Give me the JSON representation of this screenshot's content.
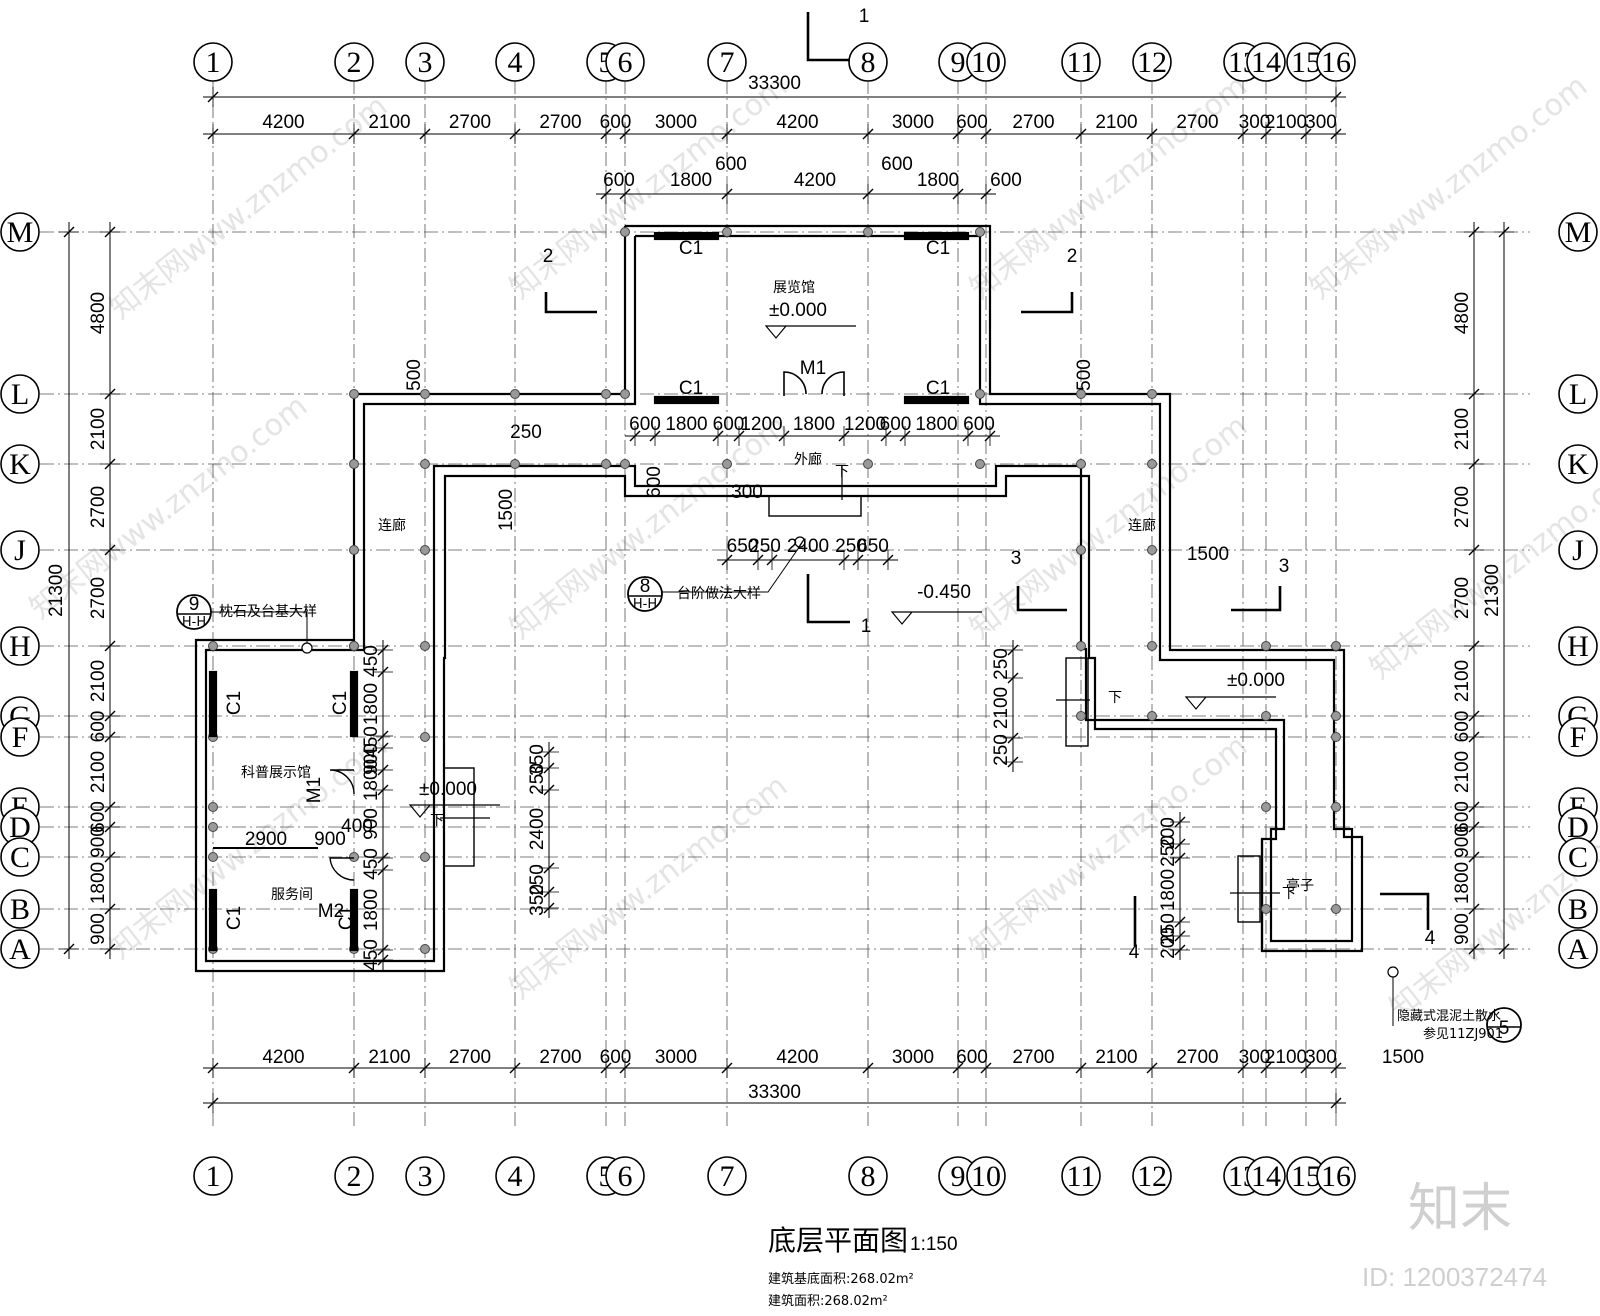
{
  "axes": {
    "cols": [
      "1",
      "2",
      "3",
      "4",
      "5",
      "6",
      "7",
      "8",
      "9",
      "10",
      "11",
      "12",
      "13",
      "14",
      "15",
      "16"
    ],
    "rows": [
      "M",
      "L",
      "K",
      "J",
      "H",
      "G",
      "F",
      "E",
      "D",
      "C",
      "B",
      "A"
    ]
  },
  "dims": {
    "overall_h": "33300",
    "top_spans": [
      "4200",
      "2100",
      "2700",
      "2700",
      "600",
      "3000",
      "4200",
      "3000",
      "600",
      "2700",
      "2100",
      "2700",
      "300",
      "2100",
      "300"
    ],
    "overall_v": "21300",
    "left_spans": [
      "4800",
      "2100",
      "2700",
      "2700",
      "2100",
      "600",
      "2100",
      "600",
      "900",
      "1800",
      "900"
    ],
    "right_spans": [
      "4800",
      "2100",
      "2700",
      "2700",
      "2100",
      "600",
      "2100",
      "600",
      "900",
      "1800",
      "900"
    ],
    "hall_top": [
      "600",
      "1800",
      "600",
      "4200",
      "600",
      "1800",
      "600"
    ],
    "hall_bottom": [
      "600",
      "1800",
      "600",
      "1200",
      "1800",
      "1200",
      "600",
      "1800",
      "600"
    ],
    "step_row": [
      "650",
      "250",
      "2400",
      "250",
      "650"
    ],
    "extra": {
      "d500": "500",
      "d250": "250",
      "d1500": "1500",
      "d300": "300",
      "d600": "600",
      "d1500b": "1500",
      "d1500c": "1500"
    },
    "left_bldg": {
      "v1": "450",
      "v2": "1800",
      "v3": "450",
      "v4": "900",
      "v5": "1800",
      "v6": "900",
      "v7": "450",
      "v8": "1800",
      "v9": "450",
      "h1": "2900",
      "h2": "900",
      "h3": "400"
    },
    "mid": [
      "350",
      "250",
      "2400",
      "250",
      "350"
    ],
    "right_steps": [
      "250",
      "2100",
      "250"
    ],
    "pav": [
      "200",
      "250",
      "1800",
      "250",
      "200"
    ]
  },
  "labels": {
    "exhibit_hall": "展览馆",
    "elev_0": "±0.000",
    "elev_neg": "-0.450",
    "outer_corridor": "外廊",
    "link_corridor": "连廊",
    "sci_hall": "科普展示馆",
    "service": "服务间",
    "pavilion": "亭子",
    "door_m1": "M1",
    "door_m2": "M2",
    "win_c1": "C1",
    "down": "下",
    "detail_9": "枕石及台基大样",
    "detail_8": "台阶做法大样",
    "detail_5_line1": "隐藏式混泥土散水",
    "detail_5_line2": "参见11ZJ901",
    "detail_9_num": "9",
    "detail_8_num": "8",
    "detail_5_num": "5",
    "detail_ref": "H-H",
    "sec1": "1",
    "sec2": "2",
    "sec3": "3",
    "sec4": "4"
  },
  "title": {
    "main": "底层平面图",
    "scale": "1:150",
    "area1": "建筑基底面积:268.02m²",
    "area2": "建筑面积:268.02m²"
  },
  "brand": {
    "logo": "知末",
    "id": "ID: 1200372474",
    "watermark": "知末网www.znzmo.com"
  }
}
